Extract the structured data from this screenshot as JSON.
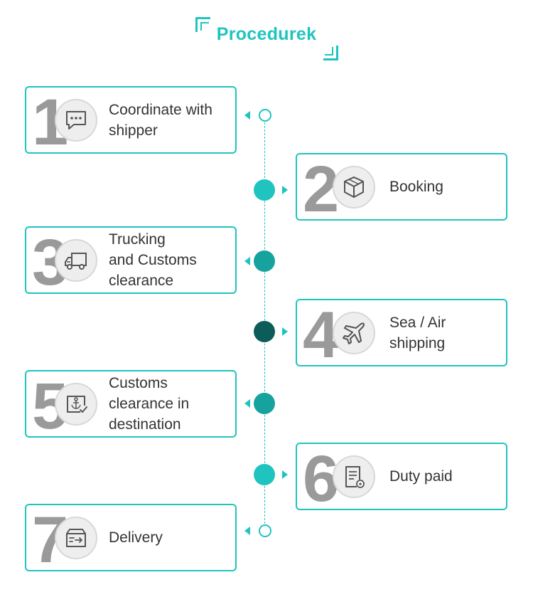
{
  "title": "Procedurek",
  "steps": [
    {
      "number": "1",
      "label_lines": [
        "Coordinate with",
        "shipper"
      ],
      "icon": "chat-bubble-icon",
      "dot": "small"
    },
    {
      "number": "2",
      "label_lines": [
        "Booking"
      ],
      "icon": "box-icon",
      "dot": "big"
    },
    {
      "number": "3",
      "label_lines": [
        "Trucking",
        "and Customs",
        "clearance"
      ],
      "icon": "truck-icon",
      "dot": "big"
    },
    {
      "number": "4",
      "label_lines": [
        "Sea / Air",
        "shipping"
      ],
      "icon": "airplane-icon",
      "dot": "big"
    },
    {
      "number": "5",
      "label_lines": [
        "Customs",
        "clearance in",
        "destination"
      ],
      "icon": "customs-check-icon",
      "dot": "big"
    },
    {
      "number": "6",
      "label_lines": [
        "Duty paid"
      ],
      "icon": "document-seal-icon",
      "dot": "big"
    },
    {
      "number": "7",
      "label_lines": [
        "Delivery"
      ],
      "icon": "delivery-box-icon",
      "dot": "small"
    }
  ],
  "colors": {
    "accent": "#1fc4bf",
    "dot_light": "#1fc4bf",
    "dot_mid": "#16a39e",
    "dot_dark": "#0c5d5a",
    "number_gray": "#9a9a9a",
    "text": "#333333"
  }
}
